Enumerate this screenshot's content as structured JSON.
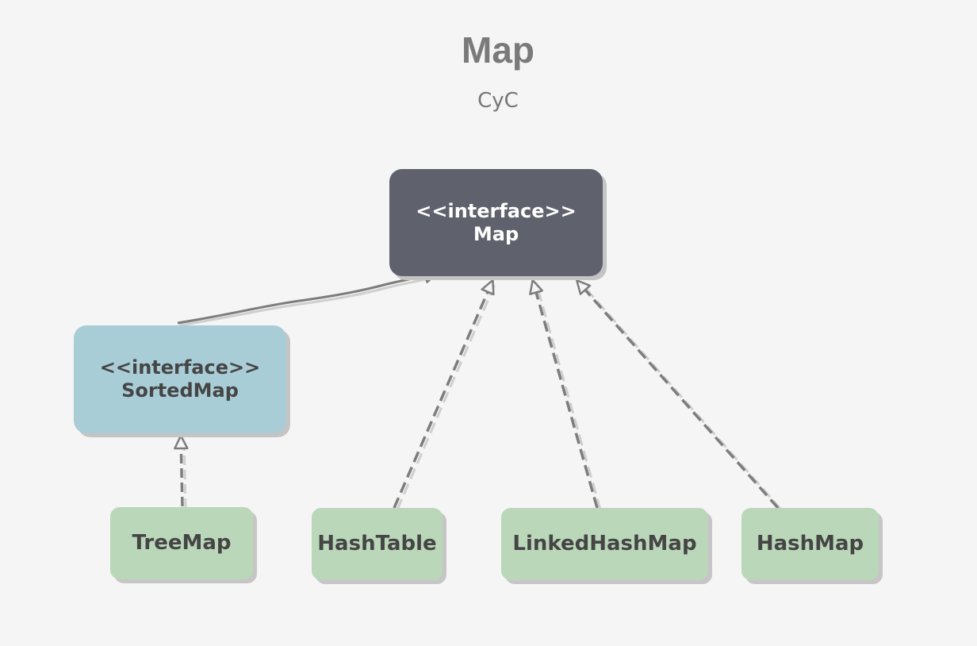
{
  "diagram": {
    "title": "Map",
    "subtitle": "CyC",
    "nodes": {
      "map": {
        "stereotype": "<<interface>>",
        "name": "Map"
      },
      "sorted_map": {
        "stereotype": "<<interface>>",
        "name": "SortedMap"
      },
      "tree_map": {
        "name": "TreeMap"
      },
      "hash_table": {
        "name": "HashTable"
      },
      "linked_hash_map": {
        "name": "LinkedHashMap"
      },
      "hash_map": {
        "name": "HashMap"
      }
    },
    "edges": [
      {
        "from": "SortedMap",
        "to": "Map",
        "kind": "extends"
      },
      {
        "from": "HashTable",
        "to": "Map",
        "kind": "implements"
      },
      {
        "from": "LinkedHashMap",
        "to": "Map",
        "kind": "implements"
      },
      {
        "from": "HashMap",
        "to": "Map",
        "kind": "implements"
      },
      {
        "from": "TreeMap",
        "to": "SortedMap",
        "kind": "implements"
      }
    ],
    "colors": {
      "interface_fill": "#5f626c",
      "sub_interface_fill": "#a9cdd6",
      "class_fill": "#bad8b9",
      "edge": "#7d7d7d",
      "background": "#f5f5f5"
    }
  }
}
